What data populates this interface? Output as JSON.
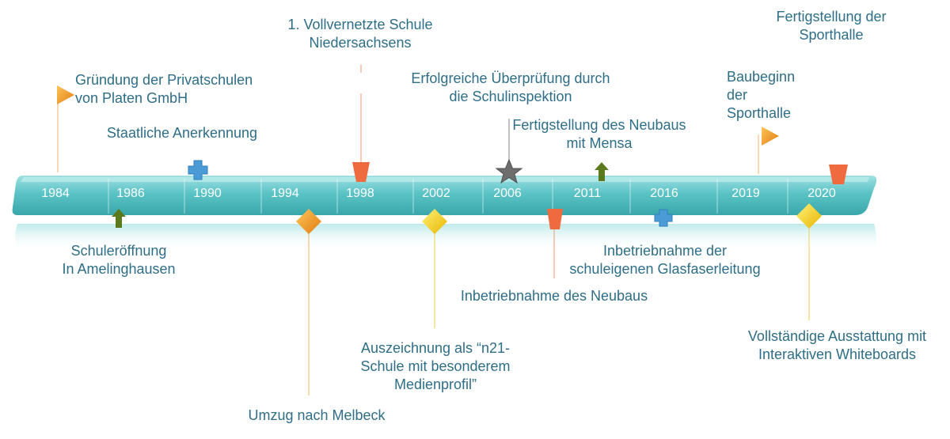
{
  "years": [
    "1984",
    "1986",
    "1990",
    "1994",
    "1998",
    "2002",
    "2006",
    "2011",
    "2016",
    "2019",
    "2020"
  ],
  "events": {
    "gruendung": "Gründung der Privatschulen\nvon Platen GmbH",
    "anerkennung": "Staatliche Anerkennung",
    "vollvernetzt": "1. Vollvernetzte Schule\nNiedersachsens",
    "ueberpruefung": "Erfolgreiche Überprüfung durch\ndie Schulinspektion",
    "neubau_mensa": "Fertigstellung des Neubaus\nmit Mensa",
    "baubeginn": "Baubeginn\nder\nSporthalle",
    "sporthalle_fertig": "Fertigstellung der\nSporthalle",
    "schuleroeffnung": "Schuleröffnung\nIn Amelinghausen",
    "umzug": "Umzug nach Melbeck",
    "auszeichnung": "Auszeichnung als “n21-\nSchule mit besonderem\nMedienprofil”",
    "inbetrieb_neubau": "Inbetriebnahme des Neubaus",
    "glasfaser": "Inbetriebnahme der\nschuleigenen Glasfaserleitung",
    "whiteboards": "Vollständige Ausstattung mit\nInteraktiven Whiteboards"
  },
  "colors": {
    "band": "#5bc3c6",
    "band_light": "#a9e2e4",
    "text": "#2e6e86",
    "orange": "#f5a21c",
    "red": "#f06a3f",
    "gold": "#f7c500",
    "green": "#5b7a1e",
    "blue": "#4a9bd6",
    "gray": "#707070"
  }
}
